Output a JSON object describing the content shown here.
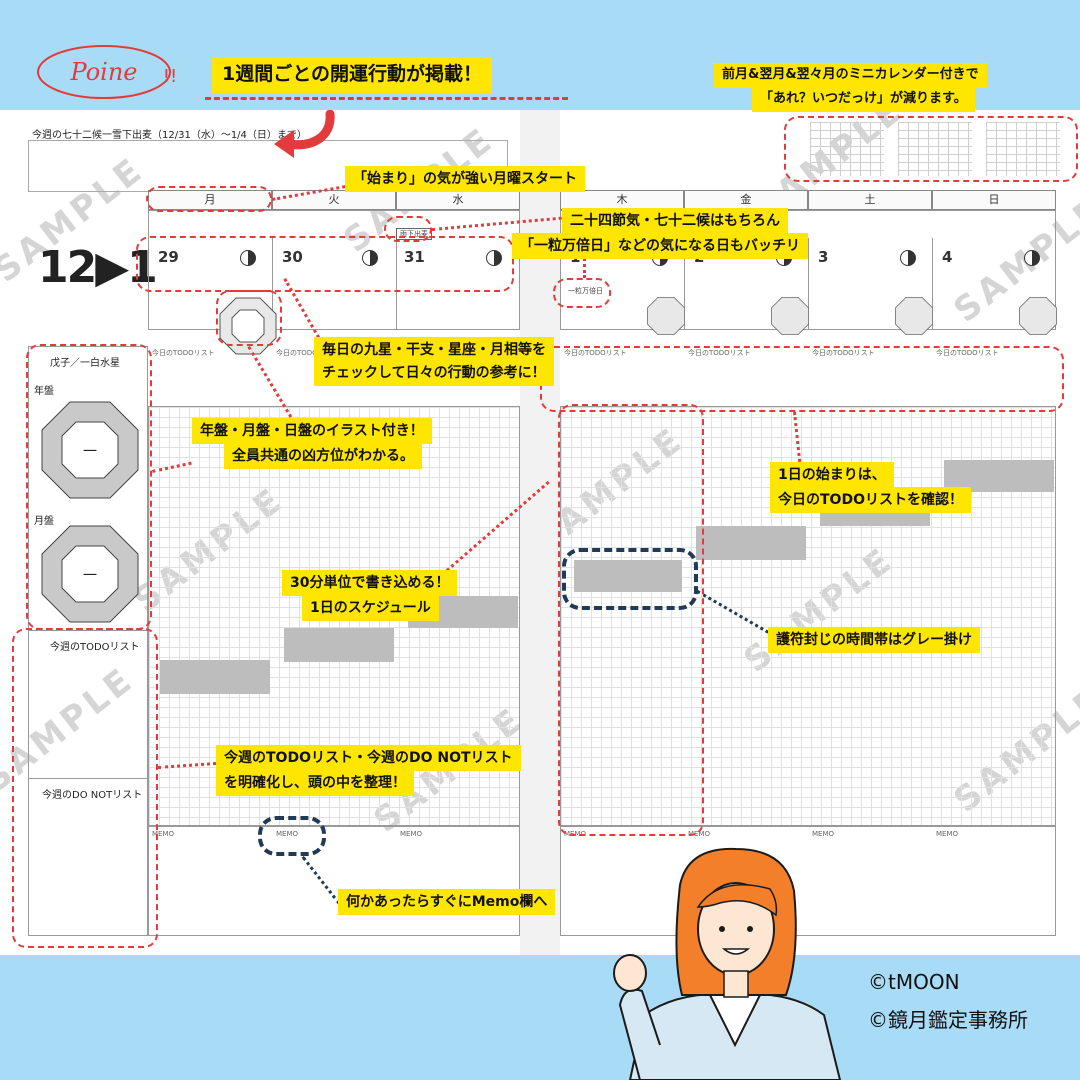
{
  "header": {
    "poine_label": "Poine",
    "exclaim": "!!",
    "title": "1週間ごとの開運行動が掲載！",
    "minical_note_line1": "前月&翌月&翌々月のミニカレンダー付きで",
    "minical_note_line2": "「あれ？いつだっけ」が減ります。"
  },
  "planner": {
    "week_heading": "今週の七十二候一雪下出麦（12/31（水）〜1/4（日）まで）",
    "date_range": "12▶1",
    "days": [
      "月",
      "火",
      "水",
      "木",
      "金",
      "土",
      "日"
    ],
    "day_numbers": [
      "29",
      "30",
      "31",
      "1",
      "2",
      "3",
      "4"
    ],
    "kyusei_title": "戊子／一白水星",
    "nenban_label": "年盤",
    "getsuban_label": "月盤",
    "weekly_todo_label": "今週のTODOリスト",
    "weekly_donot_label": "今週のDO NOTリスト",
    "daily_todo_label": "今日のTODOリスト",
    "memo_label": "MEMO",
    "watermark": "SAMPLE",
    "sekki_badge": "雨下出麦",
    "ichiryu_badge": "一粒万倍日",
    "octa_center": "一"
  },
  "callouts": {
    "monday_start": "「始まり」の気が強い月曜スタート",
    "sekki_line1": "二十四節気・七十二候はもちろん",
    "sekki_line2": "「一粒万倍日」などの気になる日もバッチリ",
    "daily_info_line1": "毎日の九星・干支・星座・月相等を",
    "daily_info_line2": "チェックして日々の行動の参考に！",
    "ban_line1": "年盤・月盤・日盤のイラスト付き！",
    "ban_line2": "全員共通の凶方位がわかる。",
    "todo_check_line1": "1日の始まりは、",
    "todo_check_line2": "今日のTODOリストを確認！",
    "half_hour_line1": "30分単位で書き込める！",
    "half_hour_line2": "1日のスケジュール",
    "gofu_time": "護符封じの時間帯はグレー掛け",
    "weekly_lists_line1": "今週のTODOリスト・今週のDO NOTリスト",
    "weekly_lists_line2": "を明確化し、頭の中を整理！",
    "memo_note": "何かあったらすぐにMemo欄へ"
  },
  "footer": {
    "copyright_1": "©tMOON",
    "copyright_2": "©鏡月鑑定事務所"
  },
  "colors": {
    "background": "#a8dcf6",
    "highlight": "#ffe600",
    "red_dash": "#e23b3b",
    "navy_dash": "#213a55"
  }
}
